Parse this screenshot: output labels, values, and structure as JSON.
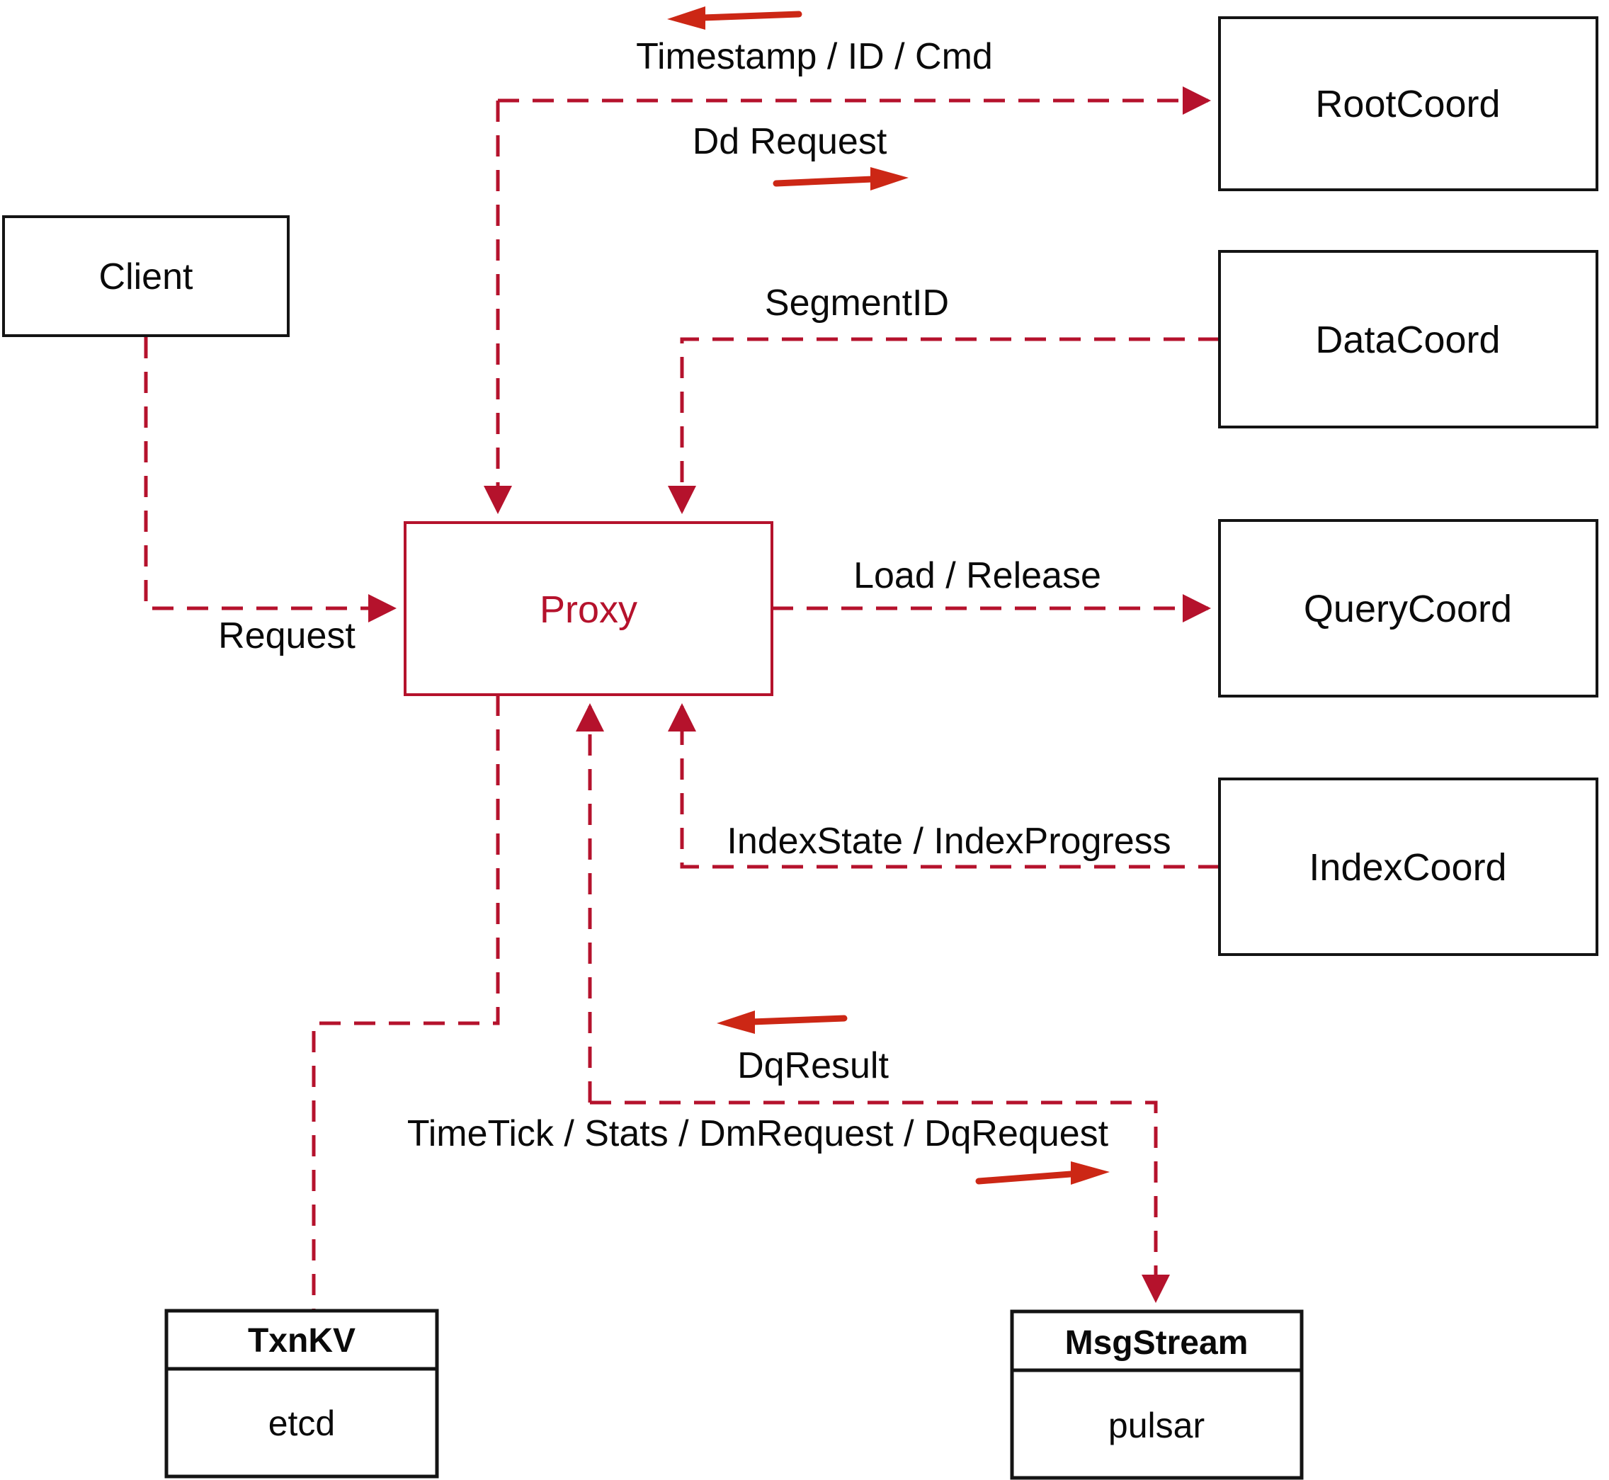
{
  "nodes": {
    "client": {
      "label": "Client"
    },
    "root_coord": {
      "label": "RootCoord"
    },
    "data_coord": {
      "label": "DataCoord"
    },
    "query_coord": {
      "label": "QueryCoord"
    },
    "index_coord": {
      "label": "IndexCoord"
    },
    "proxy": {
      "label": "Proxy"
    },
    "txn_kv": {
      "title": "TxnKV",
      "implementation": "etcd"
    },
    "msg_stream": {
      "title": "MsgStream",
      "implementation": "pulsar"
    }
  },
  "edges": {
    "client_to_proxy": {
      "label": "Request"
    },
    "proxy_root_coord": {
      "label_reply": "Timestamp / ID / Cmd",
      "label_request": "Dd Request"
    },
    "data_coord_to_proxy": {
      "label": "SegmentID"
    },
    "proxy_to_query_coord": {
      "label": "Load / Release"
    },
    "index_coord_to_proxy": {
      "label": "IndexState / IndexProgress"
    },
    "proxy_msg_stream": {
      "label_reply": "DqResult",
      "label_request": "TimeTick / Stats / DmRequest / DqRequest"
    }
  },
  "colors": {
    "dashed_line": "#b5122c",
    "solid_arrow": "#cc2715",
    "box_border": "#141414",
    "proxy_accent": "#b5122c",
    "text": "#0a0a0a",
    "background": "#ffffff"
  }
}
